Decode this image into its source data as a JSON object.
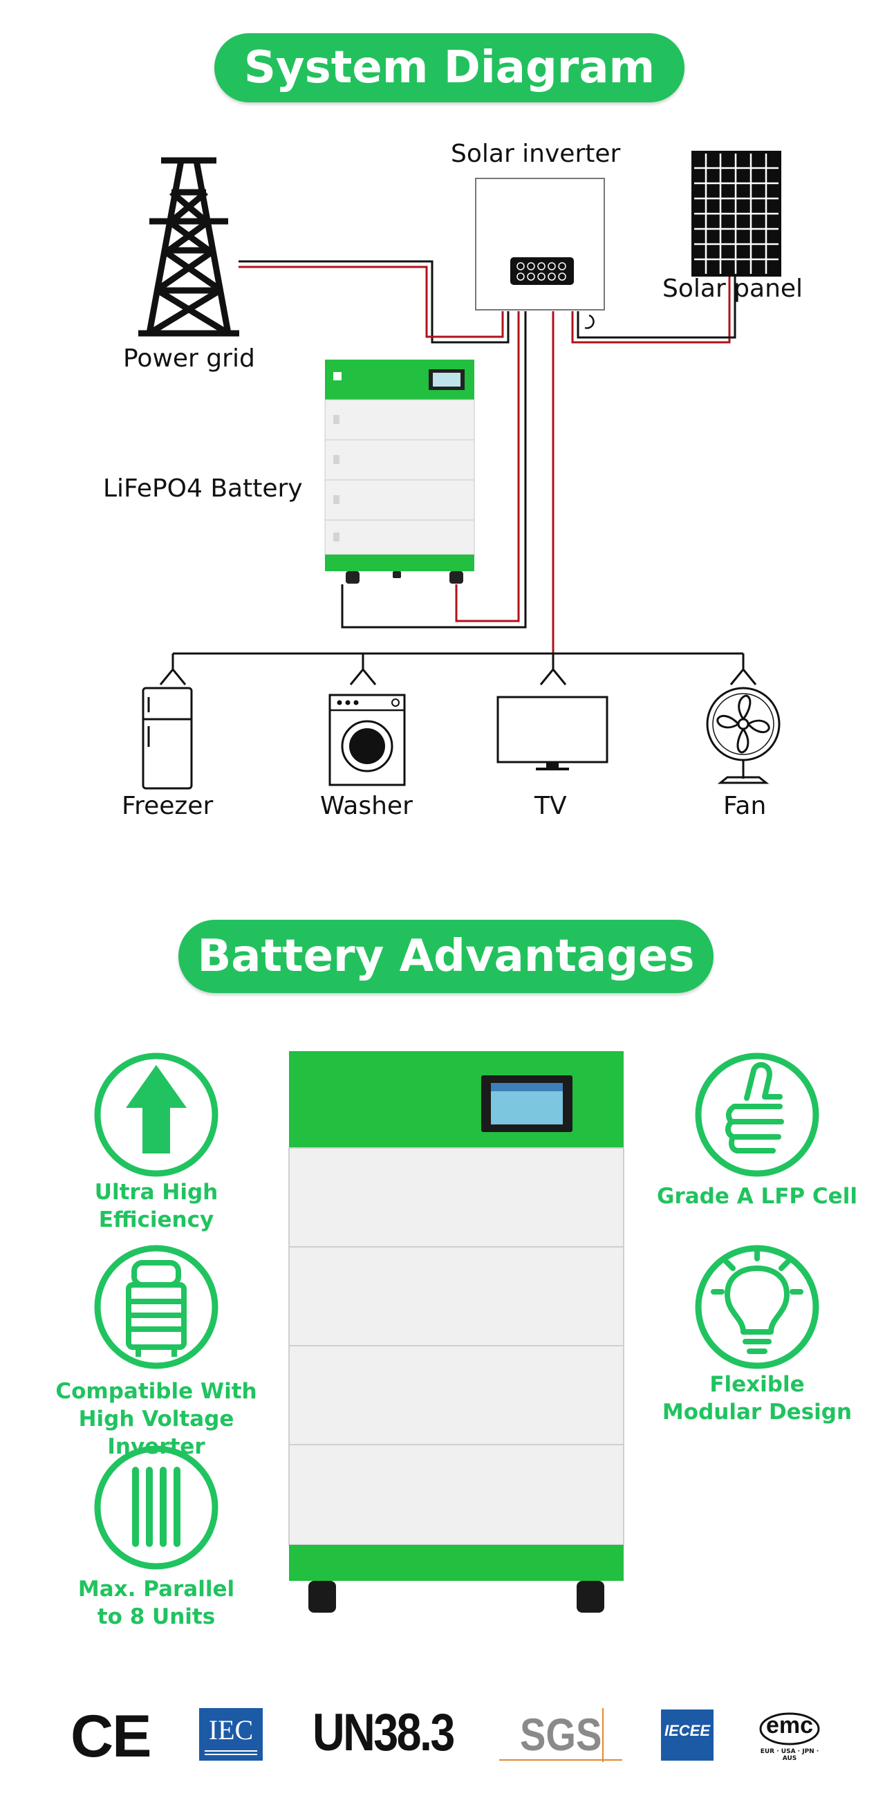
{
  "diagram": {
    "title": "System Diagram",
    "labels": {
      "power_grid": "Power grid",
      "solar_inverter": "Solar inverter",
      "solar_panel": "Solar panel",
      "battery": "LiFePO4 Battery"
    },
    "appliances": [
      "Freezer",
      "Washer",
      "TV",
      "Fan"
    ]
  },
  "advantages": {
    "title": "Battery Advantages",
    "items": [
      {
        "icon": "arrow-up-icon",
        "line1": "Ultra High",
        "line2": "Efficiency"
      },
      {
        "icon": "thumbs-up-icon",
        "line1": "Grade A LFP Cell",
        "line2": ""
      },
      {
        "icon": "battery-module-icon",
        "line1": "Compatible With",
        "line2": "High Voltage Inverter"
      },
      {
        "icon": "lightbulb-icon",
        "line1": "Flexible",
        "line2": "Modular Design"
      },
      {
        "icon": "parallel-lines-icon",
        "line1": "Max. Parallel",
        "line2": "to 8 Units"
      }
    ]
  },
  "certifications": {
    "ce": "CE",
    "iec": "IEC",
    "un": "UN38.3",
    "sgs": "SGS",
    "iecee": "IECEE",
    "emc": "emc",
    "emc_sub": "EUR · USA · JPN · AUS"
  },
  "colors": {
    "green": "#22c15e",
    "wire_red": "#b0121b",
    "wire_black": "#111111"
  }
}
